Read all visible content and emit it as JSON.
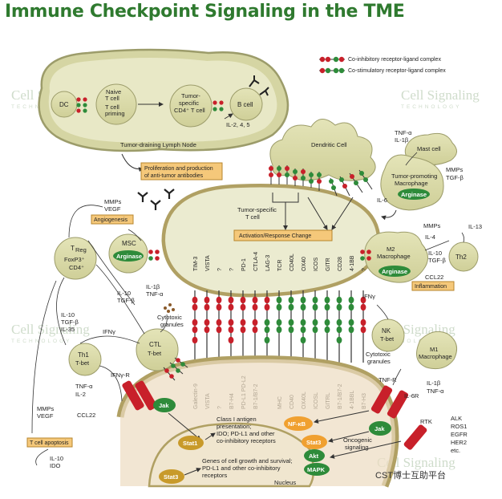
{
  "title": "Immune Checkpoint Signaling in the TME",
  "legend": {
    "inhibitory": "Co-inhibitory receptor-ligand complex",
    "stimulatory": "Co-stimulatory receptor-ligand complex"
  },
  "watermark": {
    "name": "Cell Signaling",
    "sub": "TECHNOLOGY"
  },
  "lymph": {
    "dc": "DC",
    "naive": [
      "Naive",
      "T cell",
      "T cell",
      "priming"
    ],
    "tumor_specific": [
      "Tumor-",
      "specific",
      "CD4⁺ T cell"
    ],
    "bcell": "B cell",
    "il": "IL-2, 4, 5",
    "node": "Tumor-draining Lymph Node"
  },
  "boxes": {
    "prolif": [
      "Proliferation and production",
      "of anti-tumor antibodies"
    ],
    "activation": "Activation/Response Change",
    "angiogenesis": "Angiogenesis",
    "inflammation": "Inflammation",
    "apoptosis": "T cell apoptosis"
  },
  "cells": {
    "dendritic": "Dendritic Cell",
    "mast": "Mast cell",
    "macro_tumor": [
      "Tumor-promoting",
      "Macrophage"
    ],
    "arginase": "Arginase",
    "tcell": [
      "Tumor-specific",
      "T cell"
    ],
    "treg": [
      "T",
      "Reg",
      "FoxP3⁺",
      "CD4⁺"
    ],
    "msc": "MSC",
    "m2": [
      "M2",
      "Macrophage"
    ],
    "th2": "Th2",
    "th1": [
      "Th1",
      "T-bet"
    ],
    "ctl": [
      "CTL",
      "T-bet"
    ],
    "nk": [
      "NK",
      "T-bet"
    ],
    "m1": [
      "M1",
      "Macrophage"
    ],
    "nucleus": "Nucleus"
  },
  "cytokines": {
    "tnf_il1": [
      "TNF-α",
      "IL-1β"
    ],
    "mmps_tgf": [
      "MMPs",
      "TGF-β"
    ],
    "il6": "IL-6",
    "mmps_vegf_top": [
      "MMPs",
      "VEGF"
    ],
    "il13": "IL-13",
    "mmps_right": "MMPs",
    "il4": "IL-4",
    "il10_tgf_right": [
      "IL-10",
      "TGF-β"
    ],
    "ccl22_right": "CCL22",
    "ifn_right": "IFNγ",
    "il10_tgf_left": [
      "IL-10",
      "TGF-β"
    ],
    "il1_tnf_left": [
      "IL-1β",
      "TNF-α"
    ],
    "cytotoxic_left": [
      "Cytotoxic",
      "granules"
    ],
    "il10_tgf_il35": [
      "IL-10",
      "TGF-β",
      "IL-35"
    ],
    "ifn_left": "IFNγ",
    "tnf_il2": [
      "TNF-α",
      "IL-2"
    ],
    "ifn_r": "IFNγ-R",
    "mmps_vegf_bottom": [
      "MMPs",
      "VEGF"
    ],
    "ccl22_left": "CCL22",
    "il10_ido": [
      "IL-10",
      "IDO"
    ],
    "cytotoxic_right": [
      "Cytotoxic",
      "granules"
    ],
    "il1_tnf_right": [
      "IL-1β",
      "TNF-α"
    ],
    "tnf_r": "TNF-R",
    "il6r": "IL-6R",
    "rtk": "RTK",
    "rtk_list": [
      "ALK",
      "ROS1",
      "EGFR",
      "HER2",
      "etc."
    ]
  },
  "receptors": [
    "TIM-3",
    "VISTA",
    "?",
    "?",
    "PD-1",
    "CTLA-4",
    "LAG-3",
    "TCR",
    "CD40L",
    "OX40",
    "ICOS",
    "GITR",
    "CD28",
    "4-1BB",
    "?"
  ],
  "ligands": [
    "Galectin-9",
    "VISTA",
    "?",
    "B7-H4",
    "PD-L1 PD-L2",
    "B7-1/B7-2",
    "MHC",
    "CD40",
    "OX40L",
    "ICOSL",
    "GITRL",
    "B7-1/B7-2",
    "4-1BBL",
    "B7-H3"
  ],
  "signaling": {
    "jak": "Jak",
    "stat1": "Stat1",
    "stat3": "Stat3",
    "nfkb": "NF-κB",
    "akt": "Akt",
    "mapk": "MAPK",
    "oncogenic": [
      "Oncogenic",
      "signaling"
    ],
    "class1": [
      "Class I antigen",
      "presentation;",
      "IDO; PD-L1 and other",
      "co-inhibitory receptors"
    ],
    "genes": [
      "Genes of cell growth and survival;",
      "PD-L1 and other co-inhibitory",
      "receptors"
    ]
  },
  "footer": "CST博士互助平台",
  "colors": {
    "title": "#2f7a2f",
    "cell": "#d7d7a6",
    "cell_stroke": "#9c9c6a",
    "green": "#2e8b3a",
    "red": "#c8202a",
    "orange": "#f0a030",
    "box": "#f5c87a"
  }
}
